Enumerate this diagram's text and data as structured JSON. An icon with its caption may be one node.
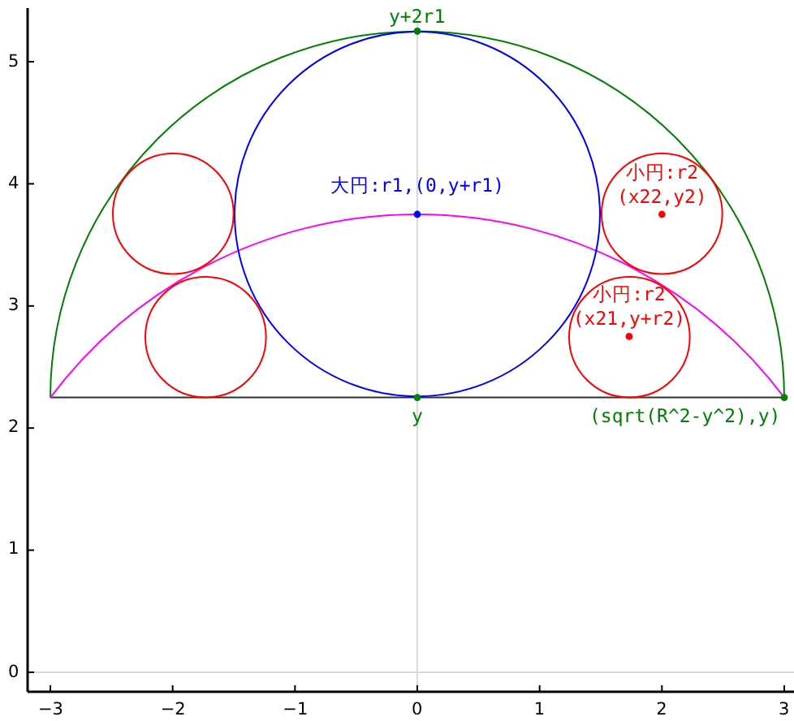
{
  "diagram": {
    "nodes": [
      {
        "text": [
          "大円:r1,(0,y+r1)"
        ]
      },
      {
        "text": [
          "小円:r2 (x22,y2)"
        ]
      },
      {
        "text": [
          "小円:r2 (x21,y+r2)"
        ]
      },
      {
        "text": [],
        "shape": "circle"
      },
      {
        "text": [],
        "shape": "circle"
      }
    ],
    "labels": [
      "y+2r1",
      "y",
      "(sqrt(R^2-y^2),y)",
      "5",
      "4",
      "3",
      "2",
      "1",
      "0",
      "−3",
      "−2",
      "−1",
      "0",
      "1",
      "2",
      "3"
    ]
  }
}
